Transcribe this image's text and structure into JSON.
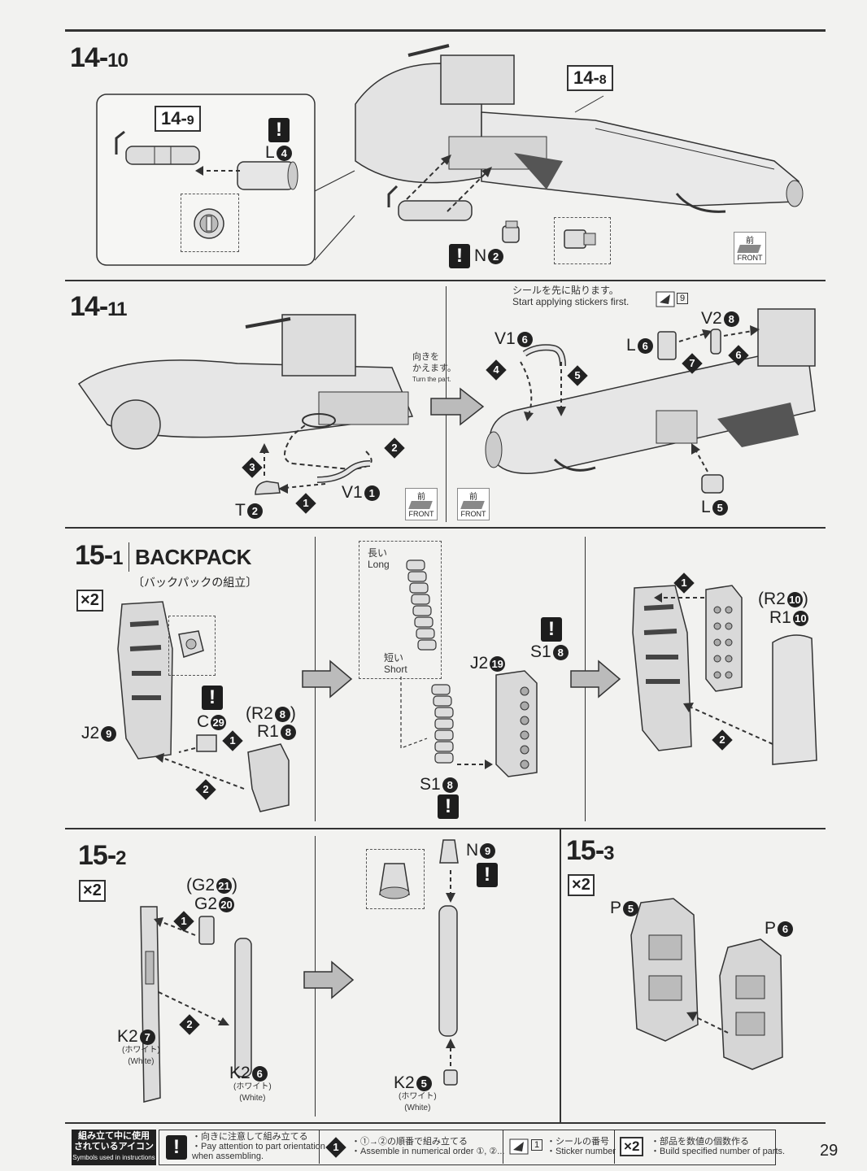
{
  "page_number": "29",
  "steps": {
    "s14_10": {
      "main": "14-",
      "sub": "10"
    },
    "s14_11": {
      "main": "14-",
      "sub": "11"
    },
    "s15_1": {
      "main": "15-",
      "sub": "1"
    },
    "s15_2": {
      "main": "15-",
      "sub": "2"
    },
    "s15_3": {
      "main": "15-",
      "sub": "3"
    }
  },
  "refs": {
    "r14_9": {
      "main": "14-",
      "sub": "9"
    },
    "r14_8": {
      "main": "14-",
      "sub": "8"
    }
  },
  "section_14_10": {
    "l4": "L",
    "n2": "N"
  },
  "section_14_11": {
    "sticker_note_jp": "シールを先に貼ります。",
    "sticker_note_en": "Start applying stickers first.",
    "sticker_no": "9",
    "turn_jp1": "向きを",
    "turn_jp2": "かえます。",
    "turn_en": "Turn the part.",
    "v1_left": "V1",
    "t": "T",
    "v1_right": "V1",
    "l6": "L",
    "v2": "V2",
    "l5": "L"
  },
  "section_15_1": {
    "title": "BACKPACK",
    "subtitle": "〔バックパックの組立〕",
    "times": "2",
    "j2": "J2",
    "c": "C",
    "r2_paren": "(R2",
    "r1": "R1",
    "long_jp": "長い",
    "long_en": "Long",
    "short_jp": "短い",
    "short_en": "Short",
    "j2b": "J2",
    "s1a": "S1",
    "s1b": "S1",
    "r2b_paren": "(R2",
    "r1b": "R1"
  },
  "section_15_2": {
    "times": "2",
    "g2a_paren": "(G2",
    "g2b": "G2",
    "k2a": "K2",
    "white_jp": "(ホワイト)",
    "white_en": "(White)",
    "k2b": "K2",
    "n": "N",
    "k2c": "K2"
  },
  "section_15_3": {
    "times": "2",
    "p5": "P",
    "p6": "P"
  },
  "front_icon": {
    "kanji": "前",
    "label": "FRONT"
  },
  "legend": {
    "title_jp1": "組み立て中に使用",
    "title_jp2": "されているアイコン",
    "title_en": "Symbols used in instructions",
    "orient_jp": "・向きに注意して組み立てる",
    "orient_en1": "・Pay attention to part orientation",
    "orient_en2": "when assembling.",
    "order_jp": "・①→②の順番で組み立てる",
    "order_en": "・Assemble in numerical order ①, ②...",
    "sticker_jp": "・シールの番号",
    "sticker_en": "・Sticker number",
    "multi_jp": "・部品を数値の個数作る",
    "multi_en": "・Build specified number of parts.",
    "x2": "2"
  }
}
